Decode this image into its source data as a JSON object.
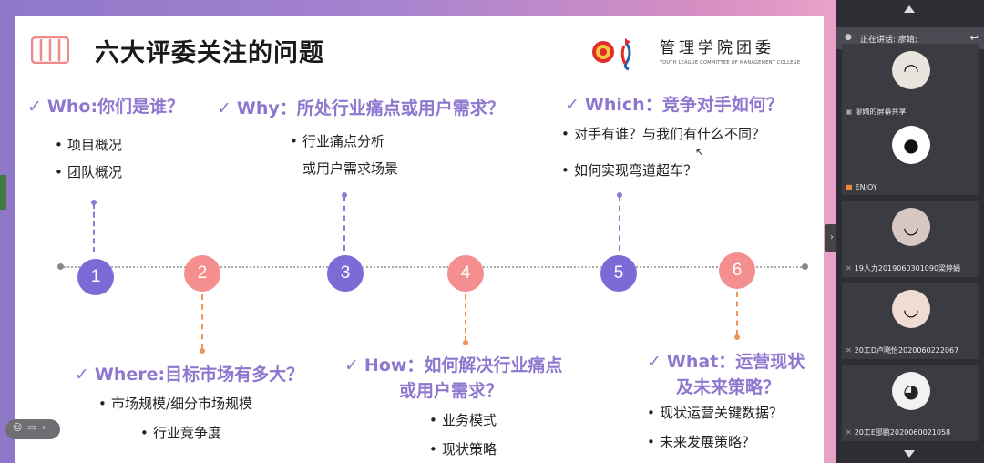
{
  "slide": {
    "title": "六大评委关注的问题",
    "org_name": "管理学院团委",
    "org_name_en": "YOUTH LEAGUE COMMITTEE OF MANAGEMENT COLLEGE",
    "check": "✓",
    "bullet": "•",
    "questions": [
      {
        "label": "Who:你们是谁？",
        "bullets": [
          "项目概况",
          "团队概况"
        ]
      },
      {
        "label": "Why：所处行业痛点或用户需求？",
        "bullets": [
          "行业痛点分析",
          "或用户需求场景"
        ]
      },
      {
        "label": "Which：竞争对手如何？",
        "bullets": [
          "对手有谁？与我们有什么不同？",
          "如何实现弯道超车？"
        ]
      },
      {
        "label": "Where:目标市场有多大？",
        "bullets": [
          "市场规模/细分市场规模",
          "行业竞争度"
        ]
      },
      {
        "label_line1": "How：如何解决行业痛点",
        "label_line2": "或用户需求？",
        "bullets": [
          "业务模式",
          "现状策略"
        ]
      },
      {
        "label_line1": "What：运营现状",
        "label_line2": "及未来策略？",
        "bullets": [
          "现状运营关键数据？",
          "未来发展策略？"
        ]
      }
    ],
    "nodes": [
      "1",
      "2",
      "3",
      "4",
      "5",
      "6"
    ]
  },
  "panel": {
    "speaking_label": "正在讲话: 廖婧;",
    "participants": [
      {
        "name": "廖婧的屏幕共享"
      },
      {
        "name": "ENJOY"
      },
      {
        "name": "19人力2019060301090梁婷娟"
      },
      {
        "name": "20工D卢晓怡2020060222067"
      },
      {
        "name": "20工E邵鹏2020060021058"
      }
    ]
  },
  "colors": {
    "accent_purple": "#7c6ad6",
    "accent_salmon": "#f58f8f",
    "question_text": "#8e78cf"
  }
}
